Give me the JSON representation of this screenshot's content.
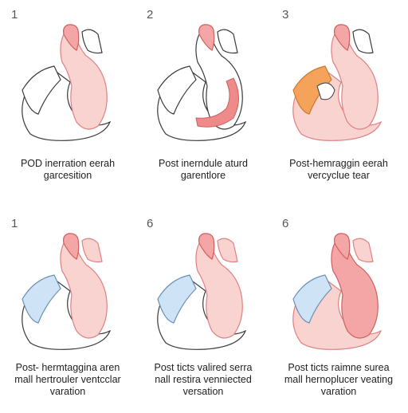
{
  "colors": {
    "outline": "#3a3a3a",
    "pink": "#f4a6a6",
    "pink_light": "#f9d3d0",
    "red_strip": "#ee8a8a",
    "blue": "#cfe3f6",
    "orange": "#f5a35a"
  },
  "panels": [
    {
      "number": "1",
      "accent": "none",
      "lines": [
        "POD inerration eerah",
        "garcesition"
      ]
    },
    {
      "number": "2",
      "accent": "strip",
      "lines": [
        "Post inerndule aturd",
        "garentlore"
      ]
    },
    {
      "number": "3",
      "accent": "orange",
      "lines": [
        "Post-hemraggin eerah",
        "vercyclue tear"
      ]
    },
    {
      "number": "1",
      "accent": "blue",
      "lines": [
        "Post- hermtaggina aren",
        "mall hertrouler ventcclar",
        "varation"
      ]
    },
    {
      "number": "6",
      "accent": "blue",
      "lines": [
        "Post ticts valired serra",
        "nall restira venniected",
        "versation"
      ]
    },
    {
      "number": "6",
      "accent": "blue",
      "lines": [
        "Post ticts raimne surea",
        "mall hernoplucer veating",
        "varation"
      ]
    }
  ]
}
